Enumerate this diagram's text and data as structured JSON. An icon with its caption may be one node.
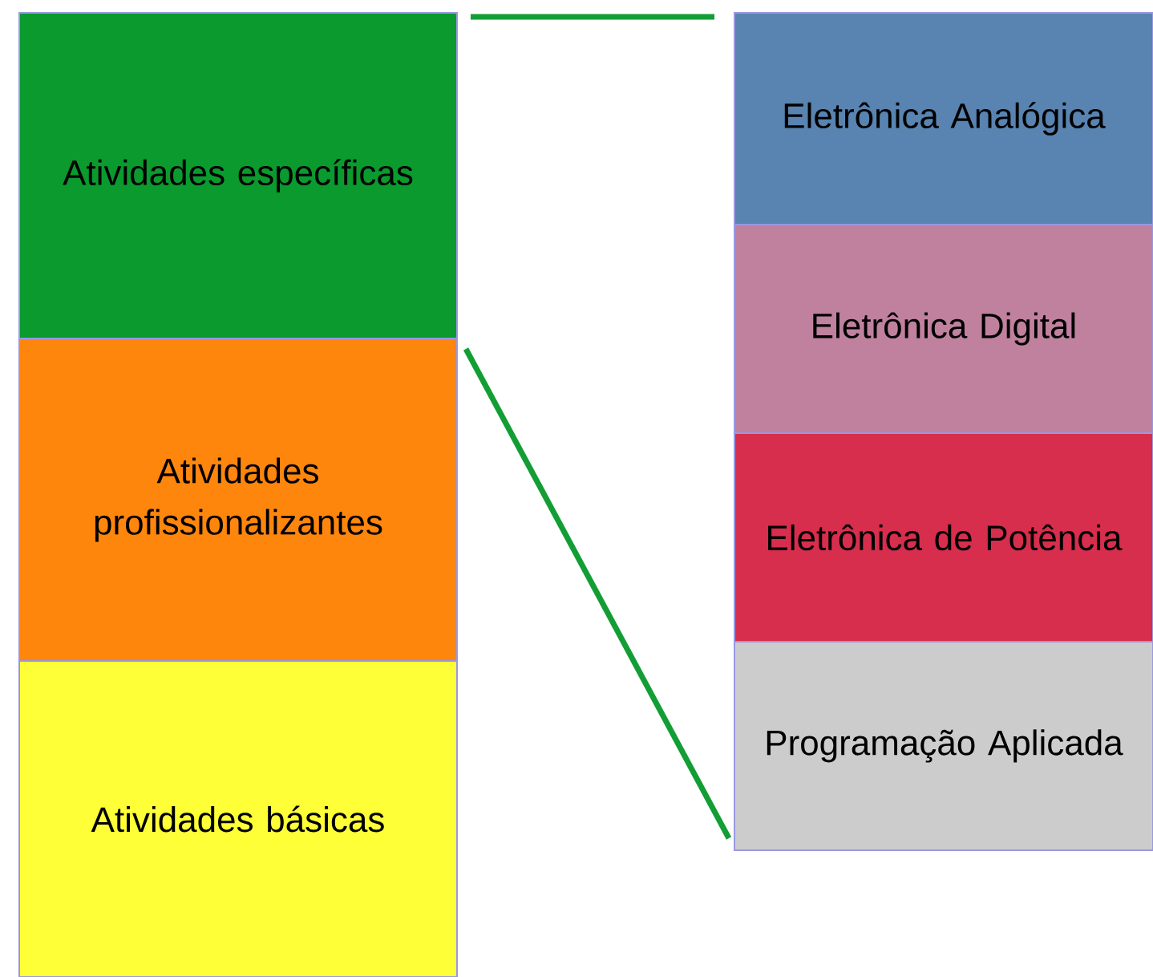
{
  "diagram": {
    "nodes": [
      {
        "text": [
          "Atividades específicas"
        ]
      },
      {
        "text": [
          "Atividades profissionalizantes"
        ]
      },
      {
        "text": [
          "Atividades básicas"
        ]
      },
      {
        "text": [
          "Eletrônica Analógica"
        ]
      },
      {
        "text": [
          "Eletrônica Digital"
        ]
      },
      {
        "text": [
          "Eletrônica de Potência"
        ]
      },
      {
        "text": [
          "Programação Aplicada"
        ]
      }
    ],
    "edges": [
      {
        "from": 0,
        "to": 3,
        "arrow": "none"
      },
      {
        "from": 0,
        "to": 6,
        "arrow": "none"
      }
    ]
  }
}
